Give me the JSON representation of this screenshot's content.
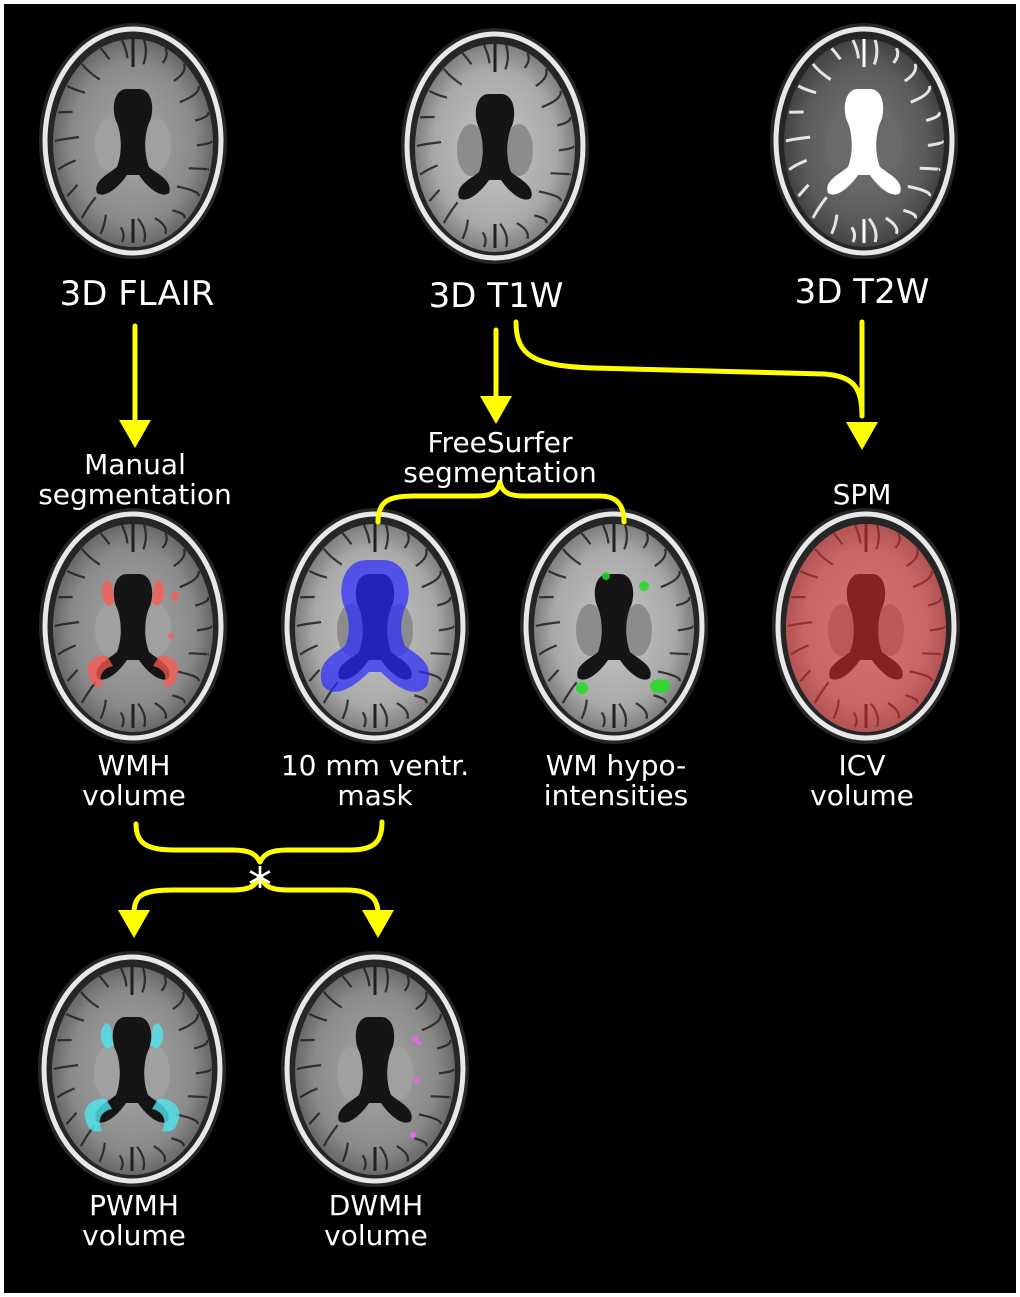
{
  "colors": {
    "background": "#000000",
    "arrow": "#ffff00",
    "text": "#ffffff",
    "wmh_overlay": "#ff5a50",
    "ventricle_mask": "#2a2aff",
    "wm_hypo": "#22dd22",
    "icv_overlay": "#e03030",
    "pwmh_overlay": "#4fe6f0",
    "dwmh_overlay": "#ee66ee"
  },
  "scans": {
    "flair": {
      "label": "3D FLAIR",
      "style": "flair"
    },
    "t1w": {
      "label": "3D T1W",
      "style": "t1"
    },
    "t2w": {
      "label": "3D T2W",
      "style": "t2"
    }
  },
  "methods": {
    "manual": {
      "line1": "Manual",
      "line2": "segmentation"
    },
    "freesurfer": {
      "line1": "FreeSurfer",
      "line2": "segmentation"
    },
    "spm": {
      "label": "SPM"
    }
  },
  "outputs": {
    "wmh": {
      "line1": "WMH",
      "line2": "volume",
      "style": "flair",
      "overlay": "wmh"
    },
    "ventmask": {
      "line1": "10 mm ventr.",
      "line2": "mask",
      "style": "t1",
      "overlay": "ventmask"
    },
    "wmhypo": {
      "line1": "WM hypo-",
      "line2": "intensities",
      "style": "t1",
      "overlay": "wmhypo"
    },
    "icv": {
      "line1": "ICV",
      "line2": "volume",
      "style": "t1",
      "overlay": "icv"
    },
    "pwmh": {
      "line1": "PWMH",
      "line2": "volume",
      "style": "flair",
      "overlay": "pwmh"
    },
    "dwmh": {
      "line1": "DWMH",
      "line2": "volume",
      "style": "flair",
      "overlay": "dwmh"
    }
  },
  "operator": "*"
}
